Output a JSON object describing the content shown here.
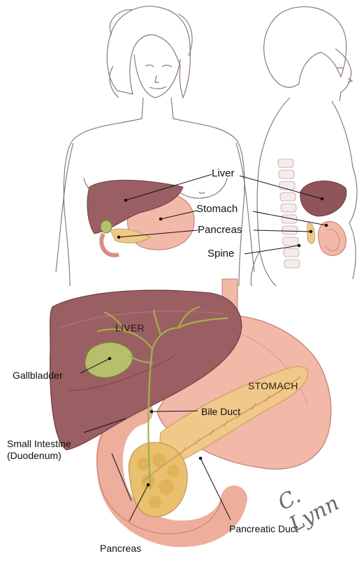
{
  "labels": {
    "liver": "Liver",
    "stomach": "Stomach",
    "pancreas_upper": "Pancreas",
    "spine": "Spine",
    "liver_caps": "LIVER",
    "stomach_caps": "STOMACH",
    "gallbladder": "Gallbladder",
    "bile_duct": "Bile Duct",
    "small_intestine_line1": "Small Intestine",
    "small_intestine_line2": "(Duodenum)",
    "pancreatic_duct": "Pancreatic Duct",
    "pancreas_lower": "Pancreas"
  },
  "signature": "C. Lynn",
  "colors": {
    "liver": "#9a5f62",
    "liver_dark": "#6e3d42",
    "stomach": "#f2b8a8",
    "pancreas": "#f0c98a",
    "gallbladder": "#b6bf6a",
    "bile": "#a3b04c",
    "skin_line": "#8a7a72"
  }
}
